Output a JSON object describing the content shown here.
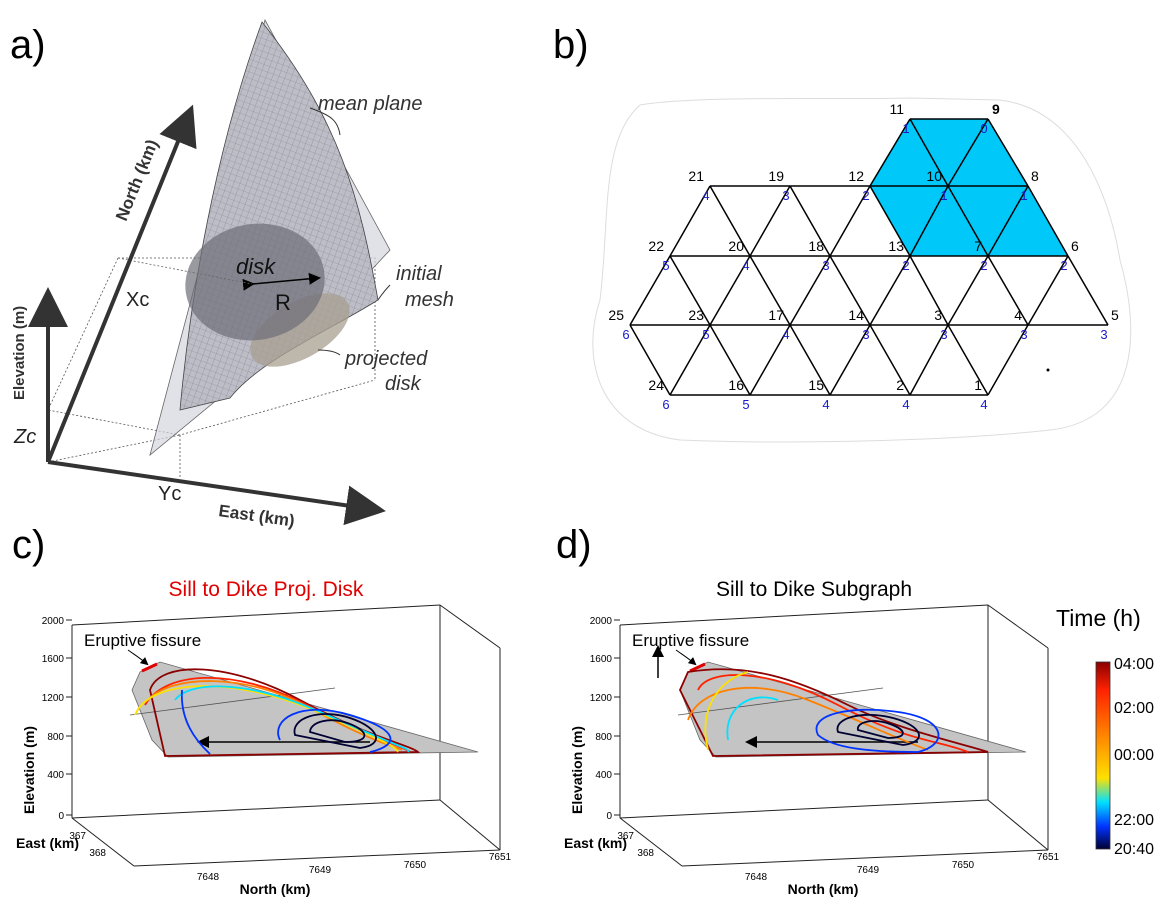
{
  "panels": {
    "a": {
      "letter": "a)",
      "labels": {
        "mean_plane": "mean plane",
        "disk": "disk",
        "R": "R",
        "initial": "initial",
        "mesh": "mesh",
        "projected": "projected",
        "disk2": "disk",
        "Xc": "Xc",
        "Yc": "Yc",
        "Zc": "Zc"
      },
      "axes": {
        "north": "North (km)",
        "east": "East (km)",
        "elevation": "Elevation (m)"
      }
    },
    "b": {
      "letter": "b)",
      "nodes": [
        {
          "id": "11",
          "depth": "1"
        },
        {
          "id": "9",
          "depth": "0"
        },
        {
          "id": "21",
          "depth": "4"
        },
        {
          "id": "19",
          "depth": "3"
        },
        {
          "id": "12",
          "depth": "2"
        },
        {
          "id": "10",
          "depth": "1"
        },
        {
          "id": "8",
          "depth": "1"
        },
        {
          "id": "22",
          "depth": "5"
        },
        {
          "id": "20",
          "depth": "4"
        },
        {
          "id": "18",
          "depth": "3"
        },
        {
          "id": "13",
          "depth": "2"
        },
        {
          "id": "7",
          "depth": "2"
        },
        {
          "id": "6",
          "depth": "2"
        },
        {
          "id": "25",
          "depth": "6"
        },
        {
          "id": "23",
          "depth": "5"
        },
        {
          "id": "17",
          "depth": "4"
        },
        {
          "id": "14",
          "depth": "3"
        },
        {
          "id": "3",
          "depth": "3"
        },
        {
          "id": "4",
          "depth": "3"
        },
        {
          "id": "5",
          "depth": "3"
        },
        {
          "id": "24",
          "depth": "6"
        },
        {
          "id": "16",
          "depth": "5"
        },
        {
          "id": "15",
          "depth": "4"
        },
        {
          "id": "2",
          "depth": "4"
        },
        {
          "id": "1",
          "depth": "4"
        }
      ]
    },
    "c": {
      "letter": "c)",
      "title": "Sill to Dike  Proj. Disk",
      "annotation": "Eruptive fissure",
      "elev_ticks": [
        "2000",
        "1600",
        "1200",
        "800",
        "400",
        "0"
      ],
      "east_ticks": [
        "367",
        "368"
      ],
      "north_ticks": [
        "7648",
        "7649",
        "7650",
        "7651"
      ],
      "ylabel": "Elevation (m)",
      "xlabel_east": "East (km)",
      "xlabel_north": "North (km)"
    },
    "d": {
      "letter": "d)",
      "title": "Sill to Dike  Subgraph",
      "annotation": "Eruptive fissure",
      "elev_ticks": [
        "2000",
        "1600",
        "1200",
        "800",
        "400",
        "0"
      ],
      "east_ticks": [
        "367",
        "368"
      ],
      "north_ticks": [
        "7648",
        "7649",
        "7650",
        "7651"
      ],
      "ylabel": "Elevation (m)",
      "xlabel_east": "East (km)",
      "xlabel_north": "North (km)"
    }
  },
  "colorbar": {
    "title": "Time (h)",
    "ticks": [
      "04:00",
      "02:00",
      "00:00",
      "22:00",
      "20:40"
    ],
    "colors": [
      "#8b0000",
      "#ff2200",
      "#ff8000",
      "#ffe000",
      "#00e0ff",
      "#0033ff",
      "#000033"
    ]
  }
}
